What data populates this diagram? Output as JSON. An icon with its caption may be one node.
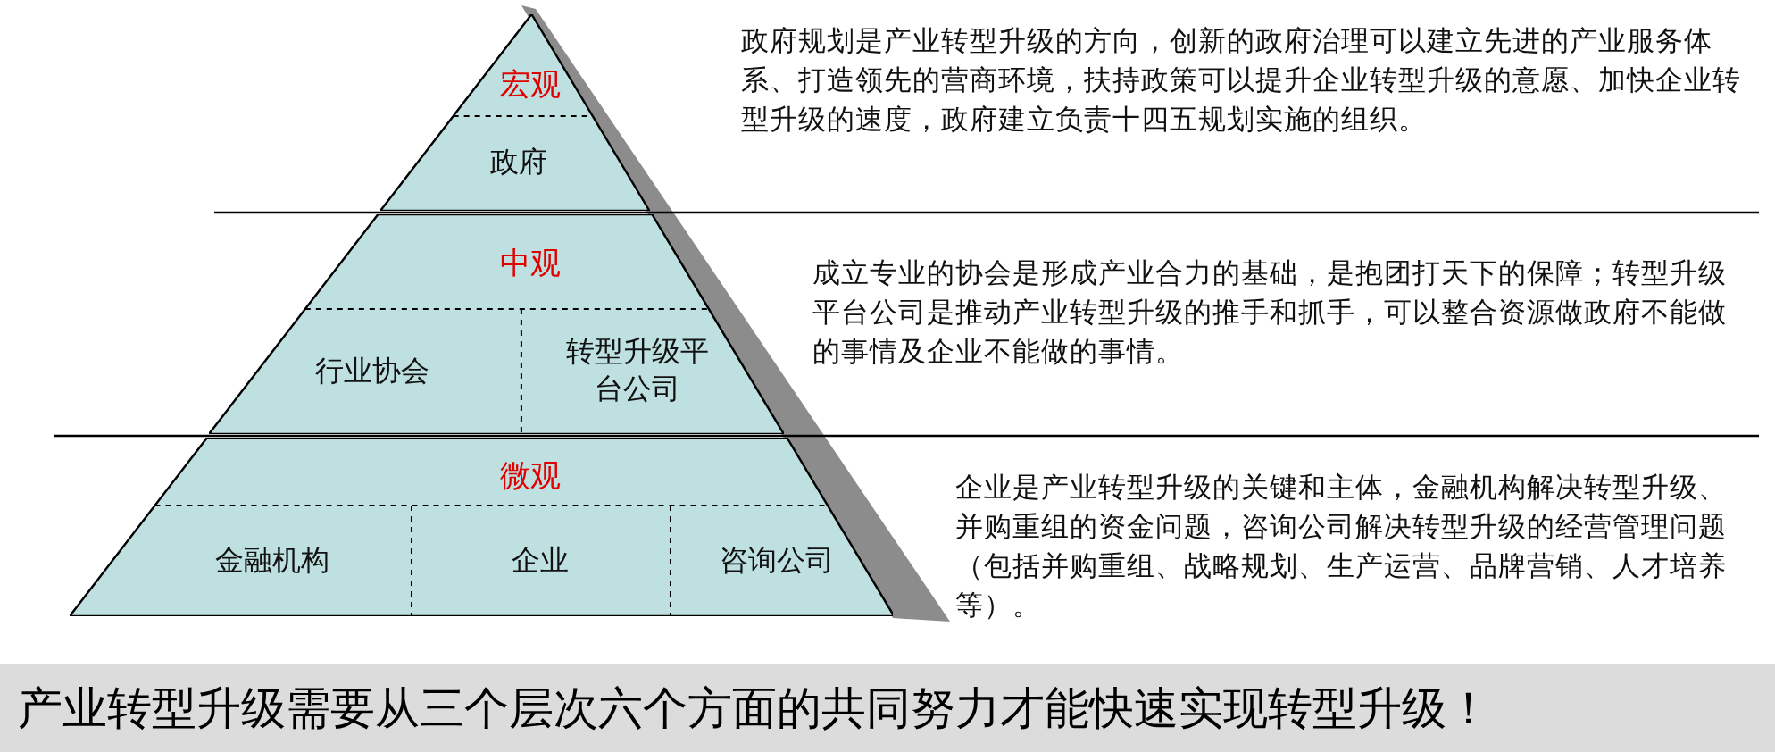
{
  "diagram": {
    "caption": "产业转型升级需要从三个层次六个方面的共同努力才能快速实现转型升级！",
    "nodes": [
      {
        "text": [
          "宏观"
        ],
        "beside": [
          "政府规划是产业转型升级的方向，创新的政府治理可以建立先进的产业服务体系、打造领先的营商环境，扶持政策可以提升企业转型升级的意愿、加快企业转型升级的速度，政府建立负责十四五规划实施的组织。"
        ]
      },
      {
        "text": [
          "政府"
        ],
        "in": 0
      },
      {
        "text": [
          "中观"
        ],
        "beside": [
          "成立专业的协会是形成产业合力的基础，是抱团打天下的保障；转型升级平台公司是推动产业转型升级的推手和抓手，可以整合资源做政府不能做的事情及企业不能做的事情。"
        ]
      },
      {
        "text": [
          "行业协会"
        ],
        "in": 2
      },
      {
        "text": [
          "转型升级平台公司"
        ],
        "in": 2
      },
      {
        "text": [
          "微观"
        ],
        "beside": [
          "企业是产业转型升级的关键和主体，金融机构解决转型升级、并购重组的资金问题，咨询公司解决转型升级的经营管理问题（包括并购重组、战略规划、生产运营、品牌营销、人才培养等）。"
        ]
      },
      {
        "text": [
          "金融机构"
        ],
        "in": 5
      },
      {
        "text": [
          "企业"
        ],
        "in": 5
      },
      {
        "text": [
          "咨询公司"
        ],
        "in": 5
      }
    ]
  }
}
